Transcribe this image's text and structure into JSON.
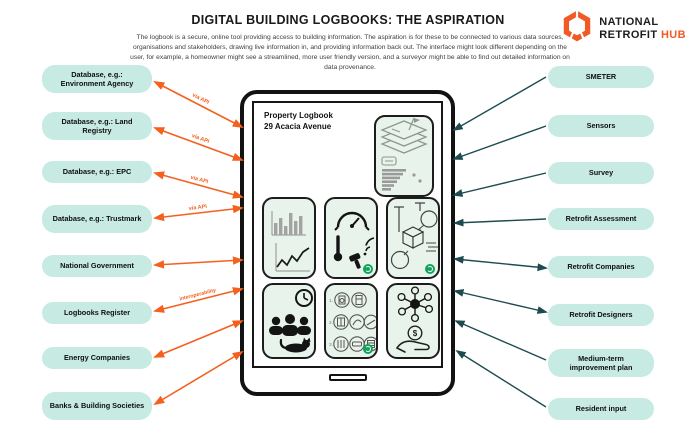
{
  "header": {
    "title": "DIGITAL BUILDING LOGBOOKS: THE ASPIRATION",
    "subtitle": "The logbook is a secure, online tool providing access to building information. The aspiration is for these to be connected to various data sources, organisations and stakeholders, drawing live information in, and providing information back out. The interface might look different depending on the user, for example, a homeowner might see a streamlined, more user friendly version, and a surveyor might be able to find out detailed information on data provenance."
  },
  "logo": {
    "line1": "NATIONAL",
    "line2": "RETROFIT",
    "line2_accent": "HUB",
    "icon": "hexagon-logo-icon"
  },
  "diagram": {
    "left_nodes": [
      {
        "label": "Database, e.g.: Environment Agency"
      },
      {
        "label": "Database, e.g.: Land Registry"
      },
      {
        "label": "Database, e.g.: EPC"
      },
      {
        "label": "Database, e.g.: Trustmark"
      },
      {
        "label": "National Government"
      },
      {
        "label": "Logbooks Register"
      },
      {
        "label": "Energy Companies"
      },
      {
        "label": "Banks & Building Societies"
      }
    ],
    "right_nodes": [
      {
        "label": "SMETER"
      },
      {
        "label": "Sensors"
      },
      {
        "label": "Survey"
      },
      {
        "label": "Retrofit Assessment"
      },
      {
        "label": "Retrofit Companies"
      },
      {
        "label": "Retrofit Designers"
      },
      {
        "label": "Medium-term improvement plan"
      },
      {
        "label": "Resident input"
      }
    ],
    "arrow_labels": {
      "via_api": "via API",
      "interoperability": "interoperability"
    },
    "colors": {
      "accent_orange": "#F4611E",
      "arrow_teal": "#1D4B50",
      "node_bg": "#C7EAE3",
      "tile_bg": "#E8F3EC",
      "badge_green": "#0FA45C",
      "logo_orange": "#F15A24"
    }
  },
  "tablet": {
    "screen_title_line1": "Property Logbook",
    "screen_title_line2": "29 Acacia Avenue",
    "coin_symbol": "$",
    "plan_row_numbers": [
      "1.",
      "2.",
      "3."
    ],
    "tiles": [
      "map-layers-epc-tile",
      "charts-tile",
      "sensors-gauge-tile",
      "house-survey-tile",
      "residents-clock-cat-tile",
      "improvement-plan-list-tile",
      "network-funding-tile"
    ]
  }
}
